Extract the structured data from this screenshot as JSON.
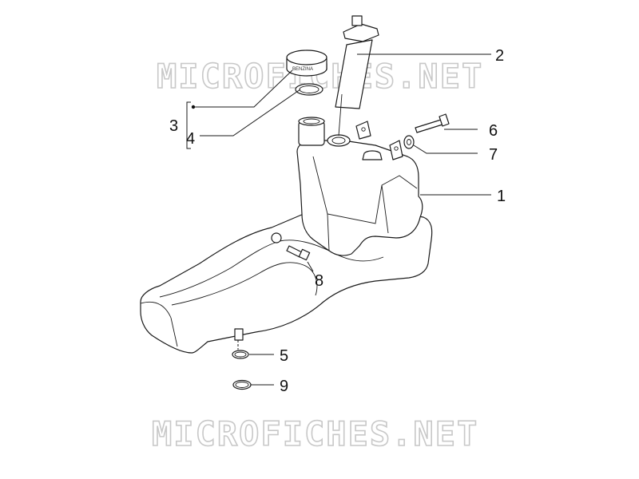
{
  "watermark": "MICROFICHES.NET",
  "cap_text": "BENZINA",
  "callouts": [
    {
      "id": "1",
      "label": "1"
    },
    {
      "id": "2",
      "label": "2"
    },
    {
      "id": "3",
      "label": "3"
    },
    {
      "id": "4",
      "label": "4"
    },
    {
      "id": "5",
      "label": "5"
    },
    {
      "id": "6",
      "label": "6"
    },
    {
      "id": "7",
      "label": "7"
    },
    {
      "id": "8",
      "label": "8"
    },
    {
      "id": "9",
      "label": "9"
    }
  ]
}
